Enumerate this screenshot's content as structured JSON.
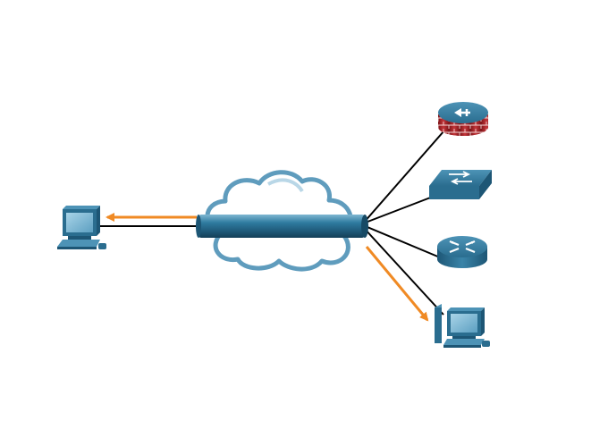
{
  "diagram": {
    "title": "",
    "colors": {
      "link_line": "#000000",
      "traffic_arrow": "#f08a24",
      "device_blue": "#2a6d8f",
      "device_dark": "#1d5675",
      "cloud_outline": "#5f9cbd",
      "firewall_red": "#b0242a"
    },
    "nodes": [
      {
        "id": "pc-left",
        "icon": "workstation-icon"
      },
      {
        "id": "hub-cloud",
        "icon": "hub-cloud-icon"
      },
      {
        "id": "firewall",
        "icon": "firewall-icon"
      },
      {
        "id": "switch",
        "icon": "switch-icon"
      },
      {
        "id": "router",
        "icon": "router-icon"
      },
      {
        "id": "pc-right",
        "icon": "tower-workstation-icon"
      }
    ],
    "links": [
      {
        "from": "hub-cloud",
        "to": "pc-left"
      },
      {
        "from": "hub-cloud",
        "to": "firewall"
      },
      {
        "from": "hub-cloud",
        "to": "switch"
      },
      {
        "from": "hub-cloud",
        "to": "router"
      },
      {
        "from": "hub-cloud",
        "to": "pc-right"
      }
    ],
    "traffic_arrows": [
      {
        "from": "hub-cloud",
        "to": "pc-left"
      },
      {
        "from": "hub-cloud",
        "to": "pc-right"
      }
    ]
  }
}
